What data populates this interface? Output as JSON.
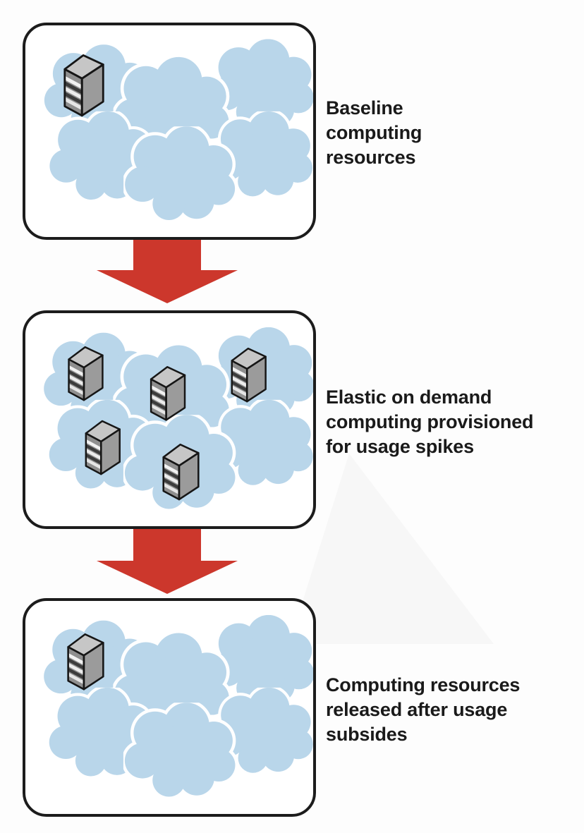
{
  "stages": [
    {
      "id": "baseline",
      "lines": [
        "Baseline",
        "computing",
        "resources"
      ],
      "server_count": 1,
      "cloud_count": 6
    },
    {
      "id": "elastic-spike",
      "lines": [
        "Elastic on demand",
        "computing provisioned",
        "for usage spikes"
      ],
      "server_count": 5,
      "cloud_count": 6
    },
    {
      "id": "released",
      "lines": [
        "Computing resources",
        "released after usage",
        "subsides"
      ],
      "server_count": 1,
      "cloud_count": 6
    }
  ],
  "colors": {
    "cloud_fill": "#b9d6ea",
    "cloud_outline": "#ffffff",
    "arrow_red": "#cc372c",
    "panel_border": "#1c1c1c",
    "text": "#1a1a1a",
    "server_side": "#9b9b9b",
    "server_top": "#c6c6c6",
    "panel_background": "#ffffff"
  },
  "icons": {
    "cloud": "cloud-icon",
    "server": "server-icon",
    "arrow": "down-arrow-icon"
  }
}
